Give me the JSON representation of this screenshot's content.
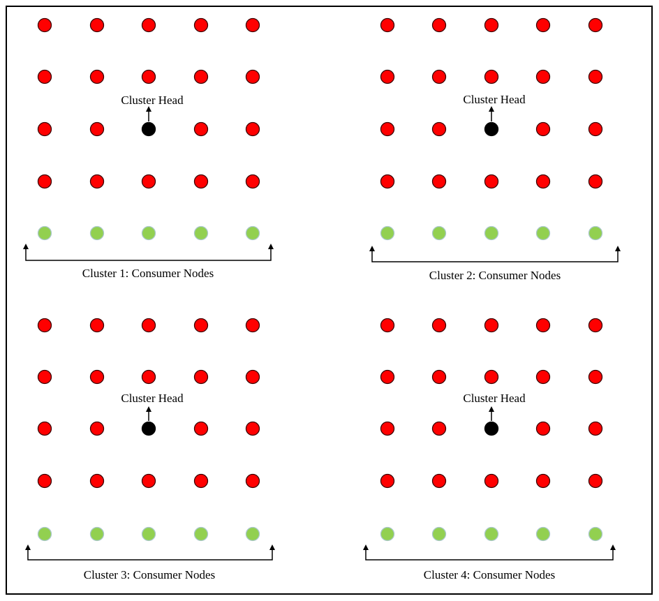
{
  "colors": {
    "regular_node": "#ff0000",
    "cluster_head": "#000000",
    "consumer_node": "#92d050",
    "frame": "#000000"
  },
  "clusters": [
    {
      "id": 1,
      "head_label": "Cluster Head",
      "consumer_label": "Cluster 1: Consumer Nodes",
      "grid": {
        "rows": 5,
        "cols": 5,
        "head": [
          2,
          2
        ],
        "consumer_row": 4
      }
    },
    {
      "id": 2,
      "head_label": "Cluster Head",
      "consumer_label": "Cluster 2: Consumer Nodes",
      "grid": {
        "rows": 5,
        "cols": 5,
        "head": [
          2,
          2
        ],
        "consumer_row": 4
      }
    },
    {
      "id": 3,
      "head_label": "Cluster Head",
      "consumer_label": "Cluster 3: Consumer Nodes",
      "grid": {
        "rows": 5,
        "cols": 5,
        "head": [
          2,
          2
        ],
        "consumer_row": 4
      }
    },
    {
      "id": 4,
      "head_label": "Cluster Head",
      "consumer_label": "Cluster 4: Consumer Nodes",
      "grid": {
        "rows": 5,
        "cols": 5,
        "head": [
          2,
          2
        ],
        "consumer_row": 4
      }
    }
  ]
}
